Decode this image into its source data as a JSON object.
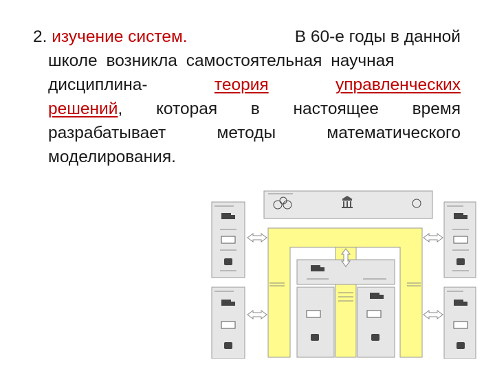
{
  "paragraph": {
    "number": "2.",
    "term": "изучение систем.",
    "line1_rest": "В 60-е годы в данной",
    "line2": "школе возникла самостоятельная научная",
    "line3_start": "дисциплина-",
    "line3_w1": "теория",
    "line3_w2": "управленческих",
    "line4_link": "решений",
    "line4_comma": ",",
    "line4_w1": "которая",
    "line4_w2": "в",
    "line4_w3": "настоящее",
    "line4_w4": "время",
    "line5_w1": "разрабатывает",
    "line5_w2": "методы",
    "line5_w3": "математического",
    "line6": "моделирования."
  },
  "colors": {
    "text": "#1a1a1a",
    "term": "#c00000",
    "link": "#c00000",
    "diagram_fill": "#fffb8c",
    "diagram_stroke": "#9a9a9a",
    "panel": "#e6e6e6"
  },
  "diagram": {
    "icons": [
      "truck-icon",
      "box-icon",
      "lock-icon",
      "bank-icon",
      "globe-icon",
      "document-icon",
      "double-arrow-icon"
    ]
  }
}
